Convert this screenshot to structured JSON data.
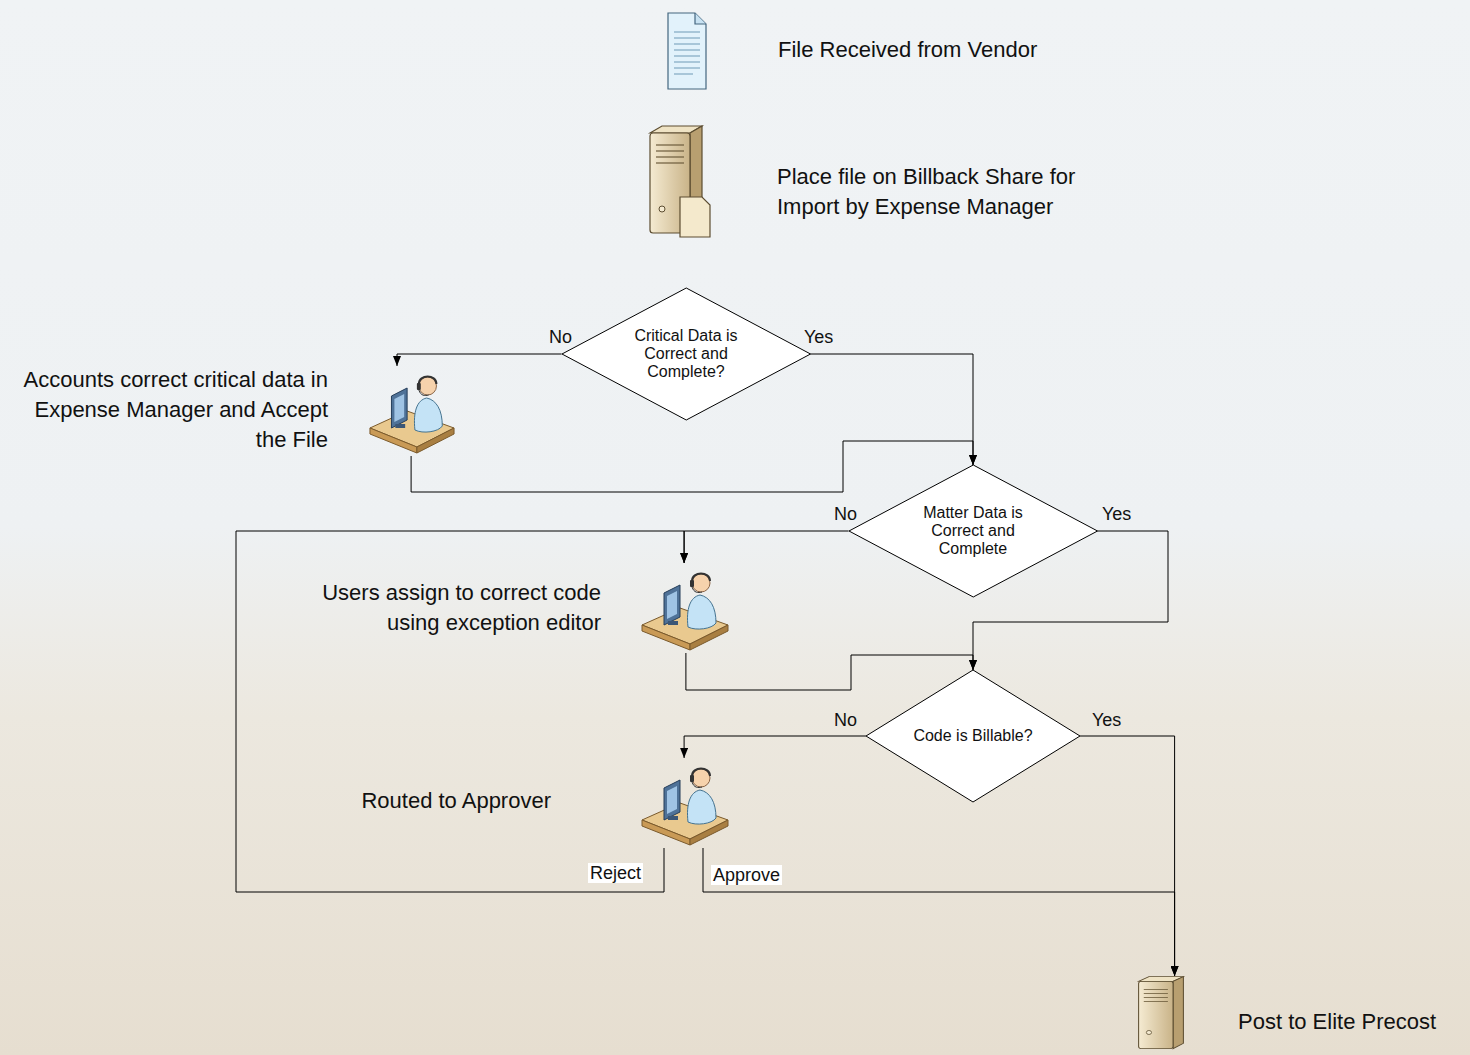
{
  "diagram": {
    "nodes": [
      {
        "text": [
          "File Received from Vendor"
        ]
      },
      {
        "text": [
          "Place file on Billback Share for Import by Expense Manager"
        ]
      },
      {
        "text": [
          "Critical Data is Correct and Complete?"
        ]
      },
      {
        "text": [
          "Accounts correct critical data in Expense Manager and Accept the File"
        ]
      },
      {
        "text": [
          "Matter Data is Correct and Complete"
        ]
      },
      {
        "text": [
          "Users assign to correct code using exception editor"
        ]
      },
      {
        "text": [
          "Code is Billable?"
        ]
      },
      {
        "text": [
          "Routed to Approver"
        ]
      },
      {
        "text": [
          "Post to Elite Precost"
        ]
      }
    ],
    "edges": [
      {
        "from": 2,
        "to": 3,
        "label": "No",
        "arrow": "to"
      },
      {
        "from": 2,
        "to": 4,
        "label": "Yes",
        "arrow": "to"
      },
      {
        "from": 3,
        "to": 4,
        "arrow": "to"
      },
      {
        "from": 4,
        "to": 5,
        "label": "No",
        "arrow": "to"
      },
      {
        "from": 4,
        "to": 6,
        "label": "Yes",
        "arrow": "to"
      },
      {
        "from": 5,
        "to": 6,
        "arrow": "to"
      },
      {
        "from": 6,
        "to": 7,
        "label": "No",
        "arrow": "to"
      },
      {
        "from": 6,
        "to": 8,
        "label": "Yes",
        "arrow": "to"
      },
      {
        "from": 7,
        "to": 5,
        "label": "Reject",
        "arrow": "to"
      },
      {
        "from": 7,
        "to": 8,
        "label": "Approve",
        "arrow": "to"
      }
    ]
  }
}
